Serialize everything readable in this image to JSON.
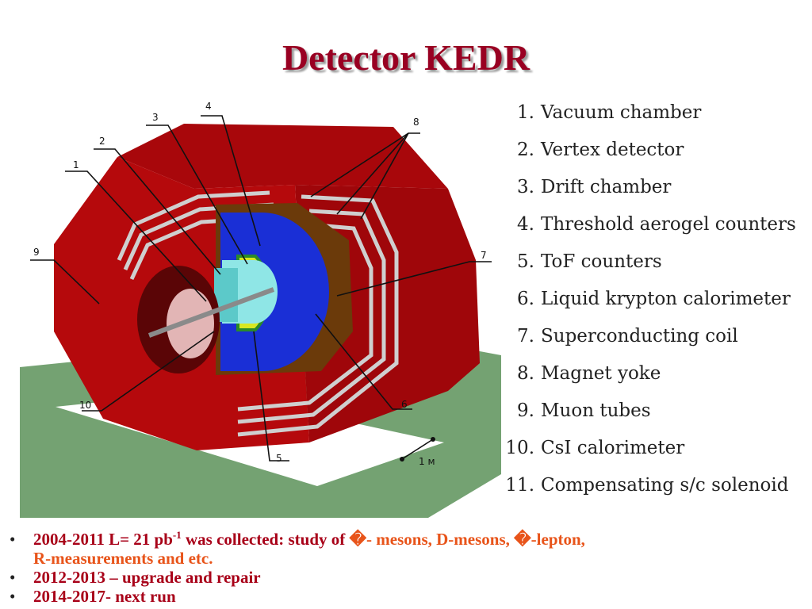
{
  "title": "Detector KEDR",
  "legend": [
    {
      "num": "1.",
      "label": "Vacuum chamber"
    },
    {
      "num": "2.",
      "label": "Vertex detector"
    },
    {
      "num": "3.",
      "label": "Drift chamber"
    },
    {
      "num": "4.",
      "label": "Threshold aerogel counters"
    },
    {
      "num": "5.",
      "label": "ToF counters"
    },
    {
      "num": "6.",
      "label": "Liquid krypton calorimeter"
    },
    {
      "num": "7.",
      "label": "Superconducting coil"
    },
    {
      "num": "8.",
      "label": "Magnet yoke"
    },
    {
      "num": "9.",
      "label": "Muon tubes"
    },
    {
      "num": "10.",
      "label": "CsI calorimeter"
    },
    {
      "num": "11.",
      "label": "Compensating s/c solenoid"
    }
  ],
  "callouts": [
    "1",
    "2",
    "3",
    "4",
    "5",
    "6",
    "7",
    "8",
    "9",
    "10"
  ],
  "scale_label": "1 м",
  "bullets": {
    "marker": "•",
    "b1_part1": "2004-2011 L= 21 pb",
    "b1_sup": "-1",
    "b1_part2": " was collected: study of ",
    "b1_symbol1": "�",
    "b1_part3": "- mesons, D-mesons, ",
    "b1_symbol2": "�",
    "b1_part4": "-lepton,",
    "b1_line2": "R-measurements and etc.",
    "b2": "2012-2013 – upgrade and repair",
    "b3": "2014-2017- next run"
  },
  "colors": {
    "title": "#990022",
    "yoke": "#b5090c",
    "floor": "#74a272",
    "lkr": "#1a2fd6",
    "bullet_text": "#a80018",
    "bullet_highlight": "#e8541a"
  }
}
